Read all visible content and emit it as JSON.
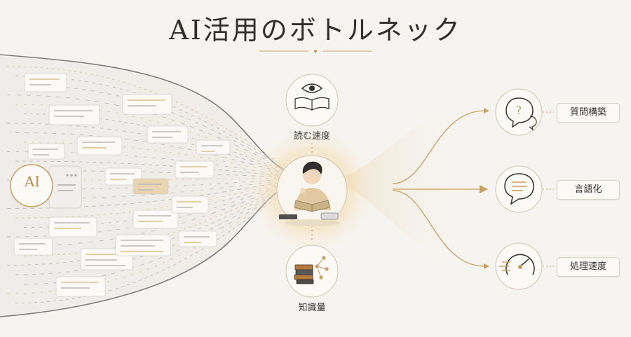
{
  "title": "AI活用のボトルネック",
  "source": {
    "badge": "AI"
  },
  "top_node": {
    "label": "読む速度",
    "icon": "eye-book-icon"
  },
  "bottom_node": {
    "label": "知識量",
    "icon": "books-network-icon"
  },
  "center": {
    "icon": "person-reading-icon"
  },
  "outputs": [
    {
      "label": "質問構築",
      "icon": "question-speech-icon"
    },
    {
      "label": "言語化",
      "icon": "text-speech-icon"
    },
    {
      "label": "処理速度",
      "icon": "speed-gauge-icon"
    }
  ],
  "colors": {
    "background": "#f6f4f0",
    "accent": "#c9a063",
    "accent_light": "#e8cfa0",
    "line": "#8e8e8e",
    "text": "#333333"
  }
}
